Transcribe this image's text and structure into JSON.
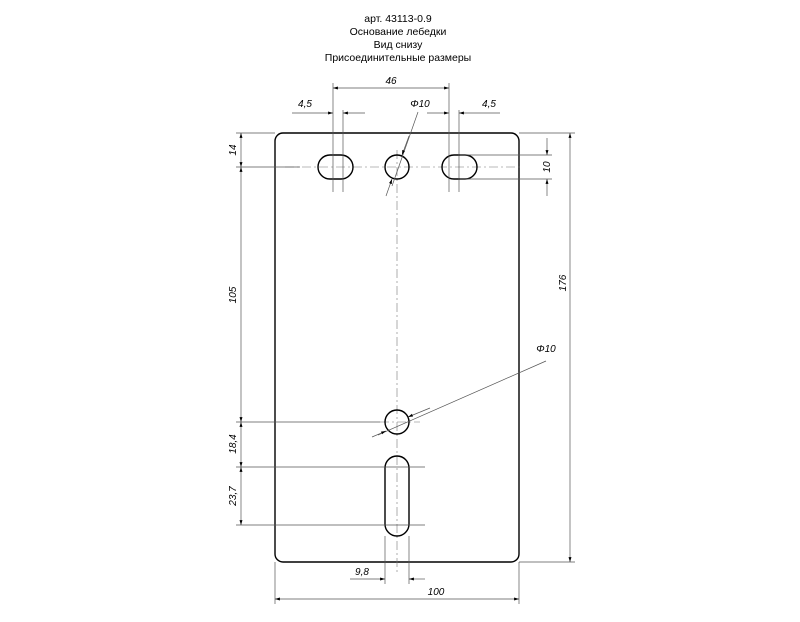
{
  "title": {
    "article": "арт. 43113-0.9",
    "name": "Основание лебедки",
    "view": "Вид снизу",
    "subtitle": "Присоединительные размеры"
  },
  "dimensions": {
    "slot_spacing": "46",
    "slot_width_left": "4,5",
    "slot_width_right": "4,5",
    "hole_diameter_top": "Φ10",
    "hole_diameter_bottom": "Φ10",
    "top_edge_offset": "14",
    "slot_height": "10",
    "hole_to_hole": "105",
    "overall_height": "176",
    "hole_to_slot": "18,4",
    "slot_length": "23,7",
    "slot_width_bottom": "9,8",
    "overall_width": "100"
  }
}
